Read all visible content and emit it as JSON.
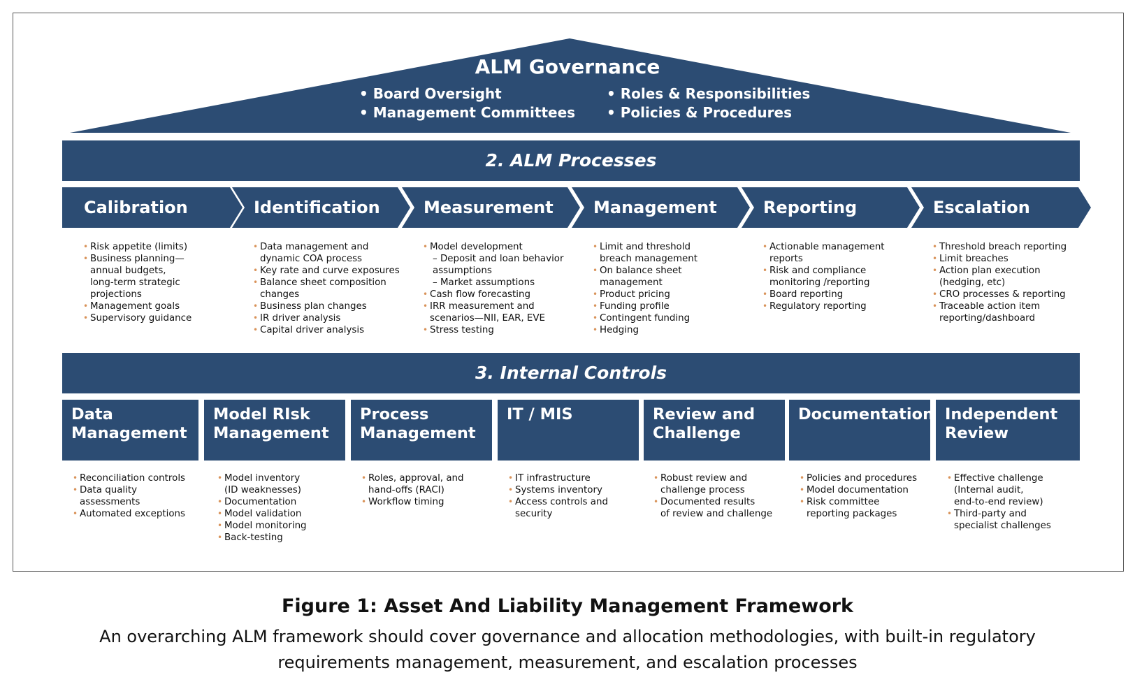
{
  "colors": {
    "navy": "#2c4c73",
    "bullet": "#d9935a",
    "border": "#555555"
  },
  "governance": {
    "title": "ALM Governance",
    "items": [
      "• Board Oversight",
      "• Management Committees",
      "• Roles & Responsibilities",
      "• Policies & Procedures"
    ]
  },
  "processes": {
    "title": "2. ALM Processes",
    "steps": [
      {
        "label": "Calibration",
        "bullets": [
          {
            "t": "Risk appetite (limits)",
            "sub": false
          },
          {
            "t": "Business planning—\nannual budgets,\nlong-term strategic\nprojections",
            "sub": false
          },
          {
            "t": "Management goals",
            "sub": false
          },
          {
            "t": "Supervisory guidance",
            "sub": false
          }
        ]
      },
      {
        "label": "Identification",
        "bullets": [
          {
            "t": "Data management and\ndynamic COA process",
            "sub": false
          },
          {
            "t": "Key rate and curve exposures",
            "sub": false
          },
          {
            "t": "Balance sheet composition\nchanges",
            "sub": false
          },
          {
            "t": "Business plan changes",
            "sub": false
          },
          {
            "t": "IR driver analysis",
            "sub": false
          },
          {
            "t": "Capital driver analysis",
            "sub": false
          }
        ]
      },
      {
        "label": "Measurement",
        "bullets": [
          {
            "t": "Model development",
            "sub": false
          },
          {
            "t": "– Deposit and loan behavior\n   assumptions",
            "sub": true
          },
          {
            "t": "– Market assumptions",
            "sub": true
          },
          {
            "t": "Cash flow forecasting",
            "sub": false
          },
          {
            "t": "IRR measurement and\nscenarios—NII, EAR, EVE",
            "sub": false
          },
          {
            "t": "Stress testing",
            "sub": false
          }
        ]
      },
      {
        "label": "Management",
        "bullets": [
          {
            "t": "Limit and threshold\nbreach management",
            "sub": false
          },
          {
            "t": "On balance sheet\nmanagement",
            "sub": false
          },
          {
            "t": "Product pricing",
            "sub": false
          },
          {
            "t": "Funding profile",
            "sub": false
          },
          {
            "t": "Contingent funding",
            "sub": false
          },
          {
            "t": "Hedging",
            "sub": false
          }
        ]
      },
      {
        "label": "Reporting",
        "bullets": [
          {
            "t": "Actionable management\nreports",
            "sub": false
          },
          {
            "t": "Risk and compliance\nmonitoring /reporting",
            "sub": false
          },
          {
            "t": "Board reporting",
            "sub": false
          },
          {
            "t": "Regulatory reporting",
            "sub": false
          }
        ]
      },
      {
        "label": "Escalation",
        "bullets": [
          {
            "t": "Threshold breach reporting",
            "sub": false
          },
          {
            "t": "Limit breaches",
            "sub": false
          },
          {
            "t": "Action plan execution\n(hedging, etc)",
            "sub": false
          },
          {
            "t": "CRO processes & reporting",
            "sub": false
          },
          {
            "t": "Traceable action item\nreporting/dashboard",
            "sub": false
          }
        ]
      }
    ]
  },
  "controls": {
    "title": "3. Internal Controls",
    "boxes": [
      {
        "label": "Data\nManagement",
        "bullets": [
          "Reconciliation controls",
          "Data quality\nassessments",
          "Automated exceptions"
        ]
      },
      {
        "label": "Model RIsk\nManagement",
        "bullets": [
          "Model inventory\n(ID weaknesses)",
          "Documentation",
          "Model validation",
          "Model monitoring",
          "Back-testing"
        ]
      },
      {
        "label": "Process\nManagement",
        "bullets": [
          "Roles, approval, and\nhand-offs (RACI)",
          "Workflow timing"
        ]
      },
      {
        "label": "IT / MIS",
        "bullets": [
          "IT infrastructure",
          "Systems inventory",
          "Access controls and\nsecurity"
        ]
      },
      {
        "label": "Review and\nChallenge",
        "bullets": [
          "Robust review and\nchallenge process",
          "Documented results\nof review and challenge"
        ]
      },
      {
        "label": "Documentation",
        "bullets": [
          "Policies and procedures",
          "Model documentation",
          "Risk committee\nreporting packages"
        ]
      },
      {
        "label": "Independent\nReview",
        "bullets": [
          "Effective challenge\n(Internal audit,\nend-to-end review)",
          "Third-party and\nspecialist challenges"
        ]
      }
    ]
  },
  "caption": {
    "title": "Figure 1: Asset And Liability Management Framework",
    "subtitle": "An overarching ALM framework should cover governance and allocation methodologies, with built-in regulatory requirements management, measurement, and escalation processes"
  }
}
